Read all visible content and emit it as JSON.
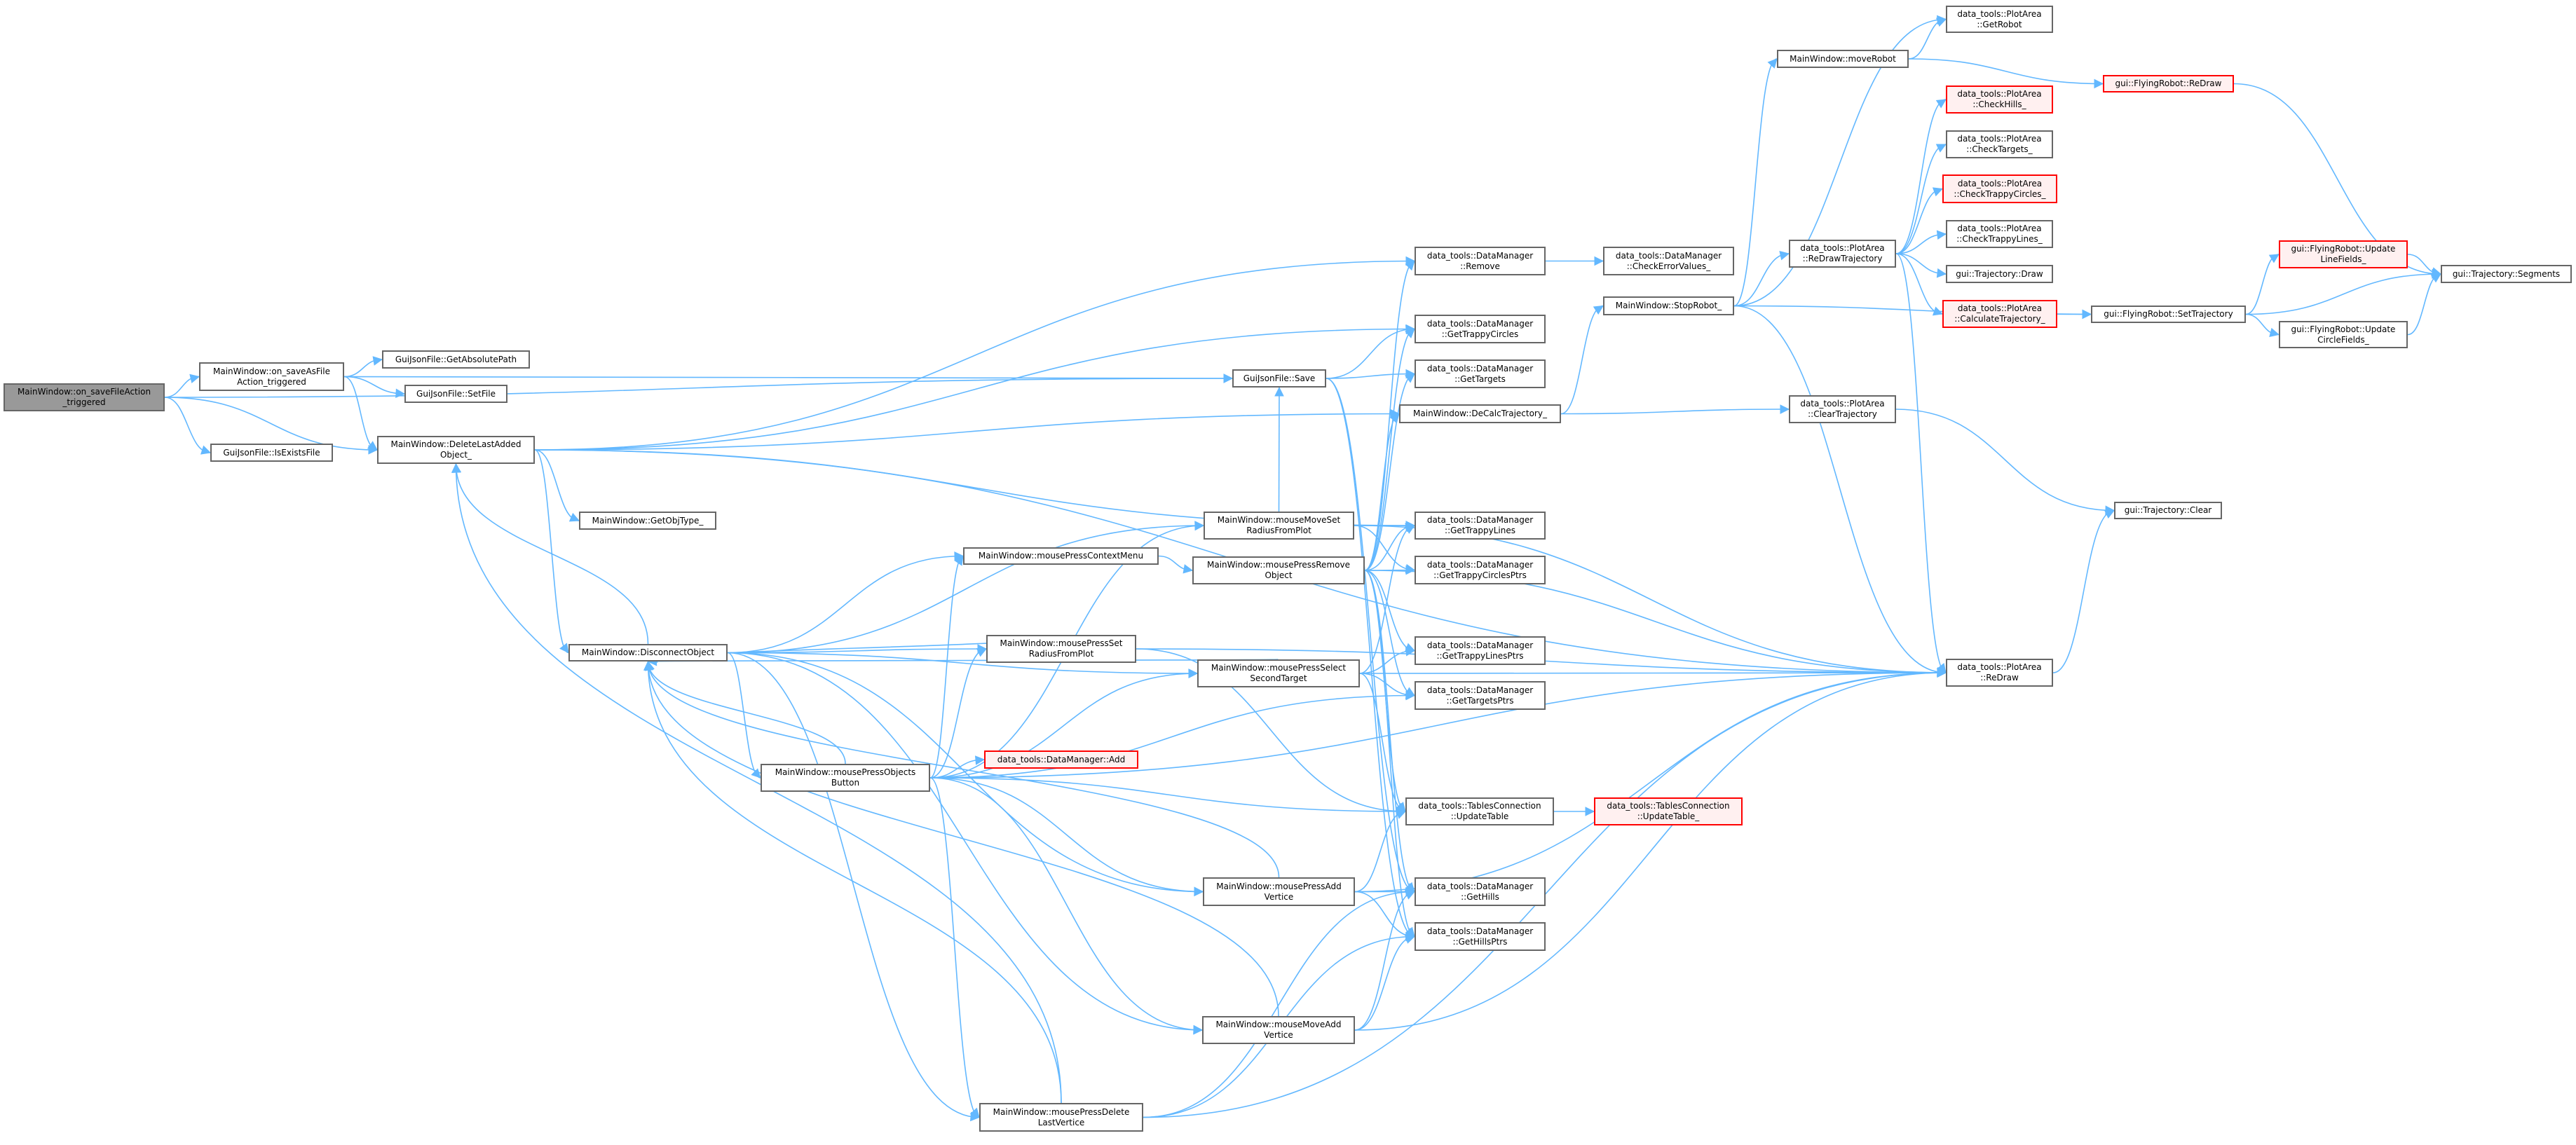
{
  "graph": {
    "edge_color": "#63b8ff",
    "nodes": [
      {
        "id": "saveFile",
        "label": "MainWindow::on_saveFileAction\n_triggered",
        "style": "root"
      },
      {
        "id": "saveAsFile",
        "label": "MainWindow::on_saveAsFile\nAction_triggered",
        "style": "normal"
      },
      {
        "id": "getAbsPath",
        "label": "GuiJsonFile::GetAbsolutePath",
        "style": "normal"
      },
      {
        "id": "setFile",
        "label": "GuiJsonFile::SetFile",
        "style": "normal"
      },
      {
        "id": "isExists",
        "label": "GuiJsonFile::IsExistsFile",
        "style": "normal"
      },
      {
        "id": "deleteLast",
        "label": "MainWindow::DeleteLastAdded\nObject_",
        "style": "normal"
      },
      {
        "id": "getObjType",
        "label": "MainWindow::GetObjType_",
        "style": "normal"
      },
      {
        "id": "disconnect",
        "label": "MainWindow::DisconnectObject",
        "style": "normal"
      },
      {
        "id": "ctxMenu",
        "label": "MainWindow::mousePressContextMenu",
        "style": "normal"
      },
      {
        "id": "pressSetRadius",
        "label": "MainWindow::mousePressSet\nRadiusFromPlot",
        "style": "normal"
      },
      {
        "id": "objButton",
        "label": "MainWindow::mousePressObjects\nButton",
        "style": "normal"
      },
      {
        "id": "dmAdd",
        "label": "data_tools::DataManager::Add",
        "style": "red"
      },
      {
        "id": "deleteLastVertice",
        "label": "MainWindow::mousePressDelete\nLastVertice",
        "style": "normal"
      },
      {
        "id": "save",
        "label": "GuiJsonFile::Save",
        "style": "normal"
      },
      {
        "id": "moveSetRadius",
        "label": "MainWindow::mouseMoveSet\nRadiusFromPlot",
        "style": "normal"
      },
      {
        "id": "removeObj",
        "label": "MainWindow::mousePressRemove\nObject",
        "style": "normal"
      },
      {
        "id": "selectSecond",
        "label": "MainWindow::mousePressSelect\nSecondTarget",
        "style": "normal"
      },
      {
        "id": "addVertice",
        "label": "MainWindow::mousePressAdd\nVertice",
        "style": "normal"
      },
      {
        "id": "moveAddVertice",
        "label": "MainWindow::mouseMoveAdd\nVertice",
        "style": "normal"
      },
      {
        "id": "remove",
        "label": "data_tools::DataManager\n::Remove",
        "style": "normal"
      },
      {
        "id": "trappyCircles",
        "label": "data_tools::DataManager\n::GetTrappyCircles",
        "style": "normal"
      },
      {
        "id": "targets",
        "label": "data_tools::DataManager\n::GetTargets",
        "style": "normal"
      },
      {
        "id": "deCalc",
        "label": "MainWindow::DeCalcTrajectory_",
        "style": "normal"
      },
      {
        "id": "trappyLines",
        "label": "data_tools::DataManager\n::GetTrappyLines",
        "style": "normal"
      },
      {
        "id": "trappyCirclesPtrs",
        "label": "data_tools::DataManager\n::GetTrappyCirclesPtrs",
        "style": "normal"
      },
      {
        "id": "trappyLinesPtrs",
        "label": "data_tools::DataManager\n::GetTrappyLinesPtrs",
        "style": "normal"
      },
      {
        "id": "targetsPtrs",
        "label": "data_tools::DataManager\n::GetTargetsPtrs",
        "style": "normal"
      },
      {
        "id": "updateTable",
        "label": "data_tools::TablesConnection\n::UpdateTable",
        "style": "normal"
      },
      {
        "id": "hills",
        "label": "data_tools::DataManager\n::GetHills",
        "style": "normal"
      },
      {
        "id": "hillsPtrs",
        "label": "data_tools::DataManager\n::GetHillsPtrs",
        "style": "normal"
      },
      {
        "id": "checkErr",
        "label": "data_tools::DataManager\n::CheckErrorValues_",
        "style": "normal"
      },
      {
        "id": "stopRobot",
        "label": "MainWindow::StopRobot_",
        "style": "normal"
      },
      {
        "id": "updateTable_",
        "label": "data_tools::TablesConnection\n::UpdateTable_",
        "style": "red"
      },
      {
        "id": "moveRobot",
        "label": "MainWindow::moveRobot",
        "style": "normal"
      },
      {
        "id": "reDrawTraj",
        "label": "data_tools::PlotArea\n::ReDrawTrajectory",
        "style": "normal"
      },
      {
        "id": "clearTraj",
        "label": "data_tools::PlotArea\n::ClearTrajectory",
        "style": "normal"
      },
      {
        "id": "getRobot",
        "label": "data_tools::PlotArea\n::GetRobot",
        "style": "normal"
      },
      {
        "id": "checkHills",
        "label": "data_tools::PlotArea\n::CheckHills_",
        "style": "red"
      },
      {
        "id": "checkTargets",
        "label": "data_tools::PlotArea\n::CheckTargets_",
        "style": "normal"
      },
      {
        "id": "checkTrappyCircles",
        "label": "data_tools::PlotArea\n::CheckTrappyCircles_",
        "style": "red"
      },
      {
        "id": "checkTrappyLines",
        "label": "data_tools::PlotArea\n::CheckTrappyLines_",
        "style": "normal"
      },
      {
        "id": "trajDraw",
        "label": "gui::Trajectory::Draw",
        "style": "normal"
      },
      {
        "id": "calcTraj",
        "label": "data_tools::PlotArea\n::CalculateTrajectory_",
        "style": "red"
      },
      {
        "id": "plotReDraw",
        "label": "data_tools::PlotArea\n::ReDraw",
        "style": "normal"
      },
      {
        "id": "robotReDraw",
        "label": "gui::FlyingRobot::ReDraw",
        "style": "red"
      },
      {
        "id": "setTraj",
        "label": "gui::FlyingRobot::SetTrajectory",
        "style": "normal"
      },
      {
        "id": "trajClear",
        "label": "gui::Trajectory::Clear",
        "style": "normal"
      },
      {
        "id": "updLine",
        "label": "gui::FlyingRobot::Update\nLineFields_",
        "style": "red"
      },
      {
        "id": "updCircle",
        "label": "gui::FlyingRobot::Update\nCircleFields_",
        "style": "normal"
      },
      {
        "id": "segments",
        "label": "gui::Trajectory::Segments",
        "style": "normal"
      }
    ],
    "edges": [
      [
        "saveFile",
        "saveAsFile"
      ],
      [
        "saveFile",
        "isExists"
      ],
      [
        "saveFile",
        "deleteLast"
      ],
      [
        "saveFile",
        "save"
      ],
      [
        "saveAsFile",
        "getAbsPath"
      ],
      [
        "saveAsFile",
        "setFile"
      ],
      [
        "saveAsFile",
        "deleteLast"
      ],
      [
        "saveAsFile",
        "save"
      ],
      [
        "deleteLast",
        "remove"
      ],
      [
        "deleteLast",
        "trappyCircles"
      ],
      [
        "deleteLast",
        "deCalc"
      ],
      [
        "deleteLast",
        "plotReDraw"
      ],
      [
        "deleteLast",
        "getObjType"
      ],
      [
        "deleteLast",
        "disconnect"
      ],
      [
        "deleteLast",
        "trappyLines"
      ],
      [
        "save",
        "trappyCircles"
      ],
      [
        "save",
        "targets"
      ],
      [
        "save",
        "hills"
      ],
      [
        "save",
        "hillsPtrs"
      ],
      [
        "remove",
        "checkErr"
      ],
      [
        "deCalc",
        "stopRobot"
      ],
      [
        "deCalc",
        "clearTraj"
      ],
      [
        "stopRobot",
        "reDrawTraj"
      ],
      [
        "stopRobot",
        "moveRobot"
      ],
      [
        "stopRobot",
        "getRobot"
      ],
      [
        "stopRobot",
        "setTraj"
      ],
      [
        "stopRobot",
        "plotReDraw"
      ],
      [
        "moveRobot",
        "getRobot"
      ],
      [
        "moveRobot",
        "robotReDraw"
      ],
      [
        "reDrawTraj",
        "checkHills"
      ],
      [
        "reDrawTraj",
        "checkTargets"
      ],
      [
        "reDrawTraj",
        "checkTrappyCircles"
      ],
      [
        "reDrawTraj",
        "checkTrappyLines"
      ],
      [
        "reDrawTraj",
        "trajDraw"
      ],
      [
        "reDrawTraj",
        "calcTraj"
      ],
      [
        "reDrawTraj",
        "plotReDraw"
      ],
      [
        "calcTraj",
        "setTraj"
      ],
      [
        "setTraj",
        "updLine"
      ],
      [
        "setTraj",
        "segments"
      ],
      [
        "setTraj",
        "updCircle"
      ],
      [
        "updLine",
        "segments"
      ],
      [
        "updCircle",
        "segments"
      ],
      [
        "robotReDraw",
        "segments"
      ],
      [
        "clearTraj",
        "trajClear"
      ],
      [
        "plotReDraw",
        "trajClear"
      ],
      [
        "disconnect",
        "ctxMenu"
      ],
      [
        "disconnect",
        "moveSetRadius"
      ],
      [
        "disconnect",
        "pressSetRadius"
      ],
      [
        "disconnect",
        "selectSecond"
      ],
      [
        "disconnect",
        "objButton"
      ],
      [
        "disconnect",
        "addVertice"
      ],
      [
        "disconnect",
        "moveAddVertice"
      ],
      [
        "disconnect",
        "deleteLastVertice"
      ],
      [
        "disconnect",
        "deleteLast"
      ],
      [
        "ctxMenu",
        "removeObj"
      ],
      [
        "pressSetRadius",
        "disconnect"
      ],
      [
        "pressSetRadius",
        "updateTable"
      ],
      [
        "pressSetRadius",
        "plotReDraw"
      ],
      [
        "objButton",
        "ctxMenu"
      ],
      [
        "objButton",
        "pressSetRadius"
      ],
      [
        "objButton",
        "moveSetRadius"
      ],
      [
        "objButton",
        "selectSecond"
      ],
      [
        "objButton",
        "dmAdd"
      ],
      [
        "objButton",
        "targetsPtrs"
      ],
      [
        "objButton",
        "updateTable"
      ],
      [
        "objButton",
        "addVertice"
      ],
      [
        "objButton",
        "moveAddVertice"
      ],
      [
        "objButton",
        "deleteLastVertice"
      ],
      [
        "objButton",
        "plotReDraw"
      ],
      [
        "objButton",
        "disconnect"
      ],
      [
        "moveSetRadius",
        "save"
      ],
      [
        "moveSetRadius",
        "trappyLines"
      ],
      [
        "moveSetRadius",
        "trappyCirclesPtrs"
      ],
      [
        "moveSetRadius",
        "plotReDraw"
      ],
      [
        "removeObj",
        "trappyCirclesPtrs"
      ],
      [
        "removeObj",
        "trappyLines"
      ],
      [
        "removeObj",
        "trappyLinesPtrs"
      ],
      [
        "removeObj",
        "targetsPtrs"
      ],
      [
        "removeObj",
        "updateTable"
      ],
      [
        "removeObj",
        "hills"
      ],
      [
        "removeObj",
        "hillsPtrs"
      ],
      [
        "removeObj",
        "plotReDraw"
      ],
      [
        "removeObj",
        "deCalc"
      ],
      [
        "removeObj",
        "targets"
      ],
      [
        "removeObj",
        "trappyCircles"
      ],
      [
        "removeObj",
        "remove"
      ],
      [
        "selectSecond",
        "disconnect"
      ],
      [
        "selectSecond",
        "trappyLinesPtrs"
      ],
      [
        "selectSecond",
        "targetsPtrs"
      ],
      [
        "selectSecond",
        "updateTable"
      ],
      [
        "selectSecond",
        "plotReDraw"
      ],
      [
        "selectSecond",
        "trappyLines"
      ],
      [
        "updateTable",
        "updateTable_"
      ],
      [
        "addVertice",
        "updateTable"
      ],
      [
        "addVertice",
        "hills"
      ],
      [
        "addVertice",
        "hillsPtrs"
      ],
      [
        "addVertice",
        "plotReDraw"
      ],
      [
        "addVertice",
        "disconnect"
      ],
      [
        "moveAddVertice",
        "hills"
      ],
      [
        "moveAddVertice",
        "hillsPtrs"
      ],
      [
        "moveAddVertice",
        "plotReDraw"
      ],
      [
        "moveAddVertice",
        "disconnect"
      ],
      [
        "deleteLastVertice",
        "hills"
      ],
      [
        "deleteLastVertice",
        "hillsPtrs"
      ],
      [
        "deleteLastVertice",
        "plotReDraw"
      ],
      [
        "deleteLastVertice",
        "deleteLast"
      ],
      [
        "deleteLastVertice",
        "disconnect"
      ]
    ]
  }
}
